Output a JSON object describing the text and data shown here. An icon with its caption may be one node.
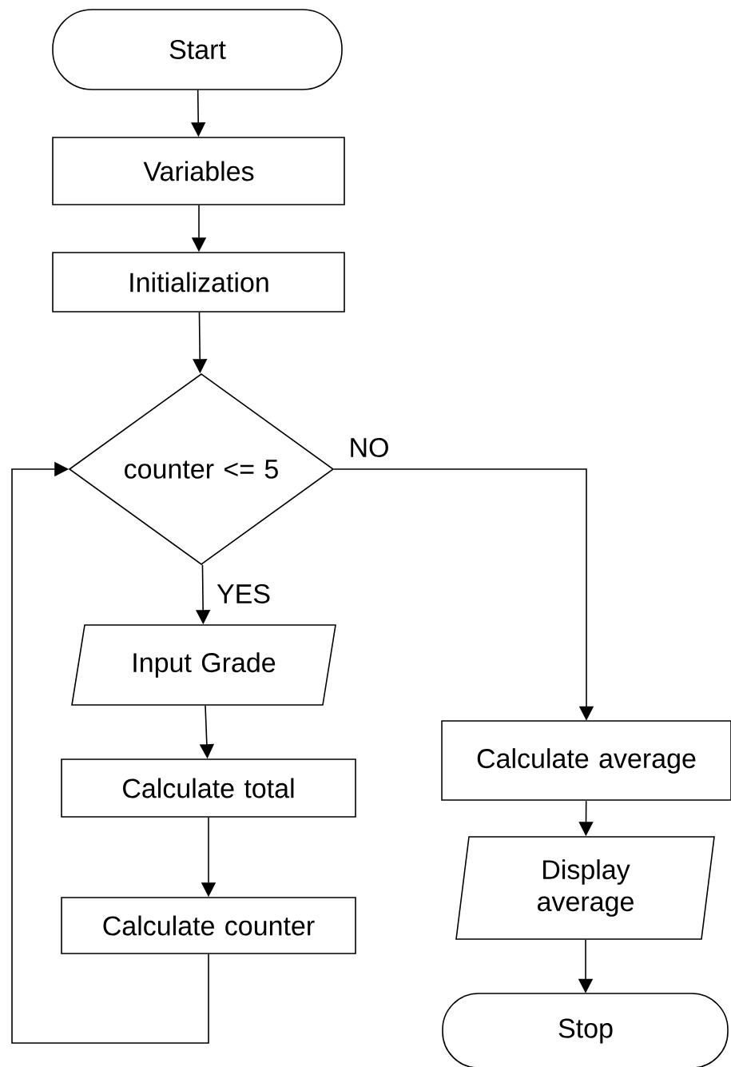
{
  "diagram": {
    "nodes": [
      {
        "text": [
          "Start"
        ]
      },
      {
        "text": [
          "Variables"
        ]
      },
      {
        "text": [
          "Initialization"
        ]
      },
      {
        "text": [
          "counter <= 5"
        ]
      },
      {
        "text": [
          "Input Grade"
        ]
      },
      {
        "text": [
          "Calculate total"
        ]
      },
      {
        "text": [
          "Calculate counter"
        ]
      },
      {
        "text": [
          "Calculate average"
        ]
      },
      {
        "text": [
          "Display average"
        ]
      },
      {
        "text": [
          "Stop"
        ]
      }
    ],
    "edges": [
      {
        "from": 0,
        "to": 1,
        "arrow": "to"
      },
      {
        "from": 1,
        "to": 2,
        "arrow": "to"
      },
      {
        "from": 2,
        "to": 3,
        "arrow": "to"
      },
      {
        "from": 3,
        "to": 4,
        "arrow": "to",
        "label": "YES"
      },
      {
        "from": 3,
        "to": 7,
        "arrow": "to",
        "label": "NO"
      },
      {
        "from": 4,
        "to": 5,
        "arrow": "to"
      },
      {
        "from": 5,
        "to": 6,
        "arrow": "to"
      },
      {
        "from": 6,
        "to": 3,
        "arrow": "to"
      },
      {
        "from": 7,
        "to": 8,
        "arrow": "to"
      },
      {
        "from": 8,
        "to": 9,
        "arrow": "to"
      }
    ]
  }
}
